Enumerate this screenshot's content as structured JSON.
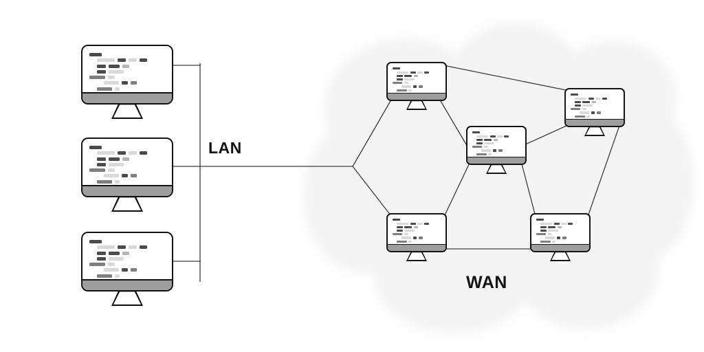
{
  "network": {
    "lan": {
      "label": "LAN",
      "computers": 3,
      "topology": "bus"
    },
    "wan": {
      "label": "WAN",
      "computers": 5,
      "topology": "mesh"
    },
    "wan_nodes": [
      "top-left",
      "top-right",
      "center",
      "bottom-left",
      "bottom-right"
    ],
    "wan_links": [
      [
        "lan-junction",
        "top-left"
      ],
      [
        "lan-junction",
        "bottom-left"
      ],
      [
        "top-left",
        "top-right"
      ],
      [
        "top-left",
        "center"
      ],
      [
        "center",
        "top-right"
      ],
      [
        "center",
        "bottom-left"
      ],
      [
        "center",
        "bottom-right"
      ],
      [
        "top-right",
        "bottom-right"
      ],
      [
        "bottom-left",
        "bottom-right"
      ]
    ]
  },
  "colors": {
    "background": "#ffffff",
    "cloud_fill": "#f4f4f4",
    "line_stroke": "#3c3c3c",
    "monitor_outline": "#141414",
    "monitor_bezel": "#9e9e9e",
    "screen_fill": "#ffffff",
    "bar_dark": "#4b4b4b",
    "bar_mid": "#7f7f7f",
    "bar_soft": "#b5b5b5",
    "bar_light": "#d9d9d9",
    "label_color": "#141414"
  },
  "monitor_screen_pattern": {
    "rows": [
      {
        "indent": 8,
        "bars": [
          {
            "w": 15,
            "tone": "dark"
          }
        ]
      },
      {
        "indent": 16,
        "bars": [
          {
            "w": 24,
            "tone": "light"
          },
          {
            "w": 11,
            "tone": "dark"
          },
          {
            "w": 11,
            "tone": "light"
          },
          {
            "w": 10,
            "tone": "dark"
          }
        ]
      },
      {
        "indent": 16,
        "bars": [
          {
            "w": 12,
            "tone": "dark"
          },
          {
            "w": 15,
            "tone": "dark"
          },
          {
            "w": 9,
            "tone": "soft"
          }
        ]
      },
      {
        "indent": 16,
        "bars": [
          {
            "w": 12,
            "tone": "dark"
          },
          {
            "w": 20,
            "tone": "light"
          }
        ]
      },
      {
        "indent": 8,
        "bars": [
          {
            "w": 19,
            "tone": "mid"
          },
          {
            "w": 8,
            "tone": "light"
          }
        ],
        "gap_before": true
      },
      {
        "indent": 24,
        "bars": [
          {
            "w": 22,
            "tone": "light"
          },
          {
            "w": 9,
            "tone": "dark"
          },
          {
            "w": 9,
            "tone": "mid"
          }
        ]
      },
      {
        "indent": 16,
        "bars": [
          {
            "w": 20,
            "tone": "mid"
          },
          {
            "w": 7,
            "tone": "light"
          }
        ]
      }
    ]
  }
}
